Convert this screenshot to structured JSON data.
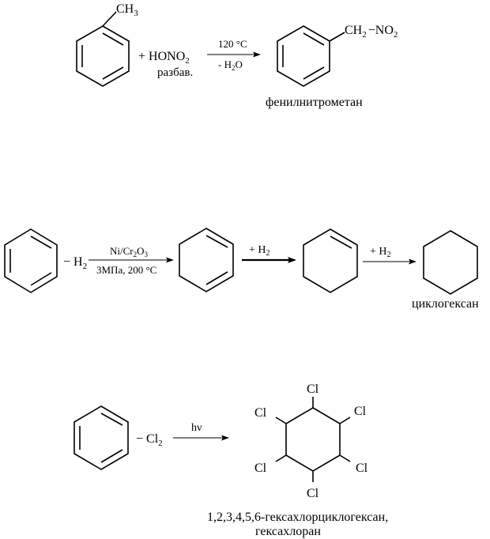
{
  "reaction1": {
    "ch3": "CH",
    "ch3_sub": "3",
    "plus_reagent": "+ HONO",
    "reagent_sub": "2",
    "reagent_note": "разбав.",
    "cond_top": "120 °C",
    "cond_bottom": "- H",
    "cond_bottom_sub": "2",
    "cond_bottom_tail": "O",
    "product_group": "CH",
    "product_group_sub": "2",
    "product_dash": "−NO",
    "product_no2_sub": "2",
    "product_name": "фенилнитрометан"
  },
  "reaction2": {
    "minus_h2": "− H",
    "minus_h2_sub": "2",
    "cond_top": "Ni/Cr",
    "cond_top_sub1": "2",
    "cond_top_mid": "O",
    "cond_top_sub2": "3",
    "cond_bottom": "3МПа, 200 °С",
    "step2_reagent": "+ H",
    "step2_reagent_sub": "2",
    "step3_reagent": "+ H",
    "step3_reagent_sub": "2",
    "product_name": "циклогексан"
  },
  "reaction3": {
    "minus_cl2": "− Cl",
    "minus_cl2_sub": "2",
    "cond": "hν",
    "cl_labels": [
      "Cl",
      "Cl",
      "Cl",
      "Cl",
      "Cl",
      "Cl"
    ],
    "product_name_line1": "1,2,3,4,5,6-гексахлорциклогексан,",
    "product_name_line2": "гексахлоран"
  }
}
